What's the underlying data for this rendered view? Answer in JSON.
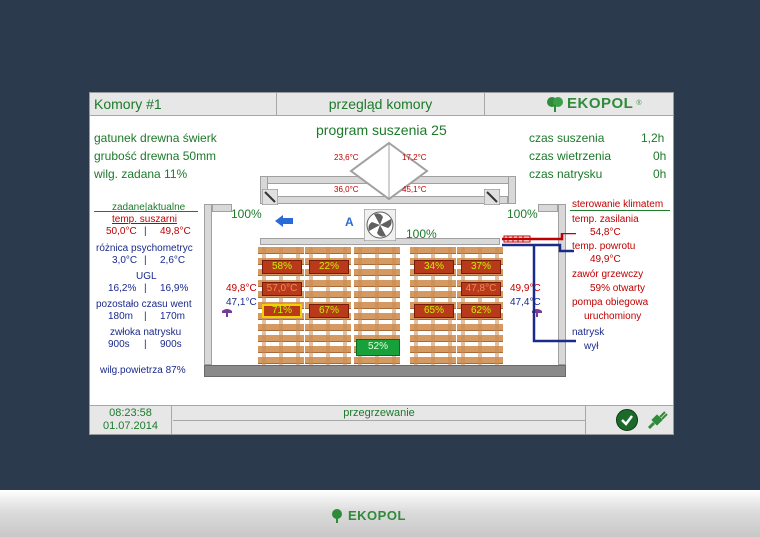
{
  "brand": "EKOPOL",
  "header": {
    "title": "Komory #1",
    "center": "przegląd komory"
  },
  "program": "program suszenia 25",
  "wood": {
    "species": "gatunek drewna świerk",
    "thickness": "grubość drewna 50mm",
    "humidity_set": "wilg. zadana  11%"
  },
  "times": [
    {
      "label": "czas suszenia",
      "value": "1,2h"
    },
    {
      "label": "czas wietrzenia",
      "value": "0h"
    },
    {
      "label": "czas natrysku",
      "value": "0h"
    }
  ],
  "left_panel": {
    "title": "zadane|aktualne",
    "rows": [
      {
        "label": "temp. suszarni",
        "set": "50,0°C",
        "actual": "49,8°C",
        "color": "red"
      },
      {
        "label": "różnica psychometryc",
        "set": "3,0°C",
        "actual": "2,6°C",
        "color": "blue"
      },
      {
        "label": "UGL",
        "set": "16,2%",
        "actual": "16,9%",
        "color": "blue"
      },
      {
        "label": "pozostało czasu went",
        "set": "180m",
        "actual": "170m",
        "color": "blue"
      },
      {
        "label": "zwłoka natrysku",
        "set": "900s",
        "actual": "900s",
        "color": "blue"
      }
    ],
    "separator": "|",
    "air_humidity": "wilg.powietrza 87%"
  },
  "right_panel": {
    "title": "sterowanie klimatem",
    "supply_label": "temp. zasilania",
    "supply_value": "54,8°C",
    "return_label": "temp. powrotu",
    "return_value": "49,9°C",
    "valve_label": "zawór grzewczy",
    "valve_value": "59%  otwarty",
    "pump_label": "pompa obiegowa",
    "pump_value": "uruchomiony",
    "spray_label": "natrysk",
    "spray_value": "wył"
  },
  "kiln": {
    "vent_left_temp": "23,6°C",
    "vent_right_temp": "17,2°C",
    "duct_left_temp": "36,0°C",
    "duct_right_temp": "45,1°C",
    "vent_left_open": "100%",
    "vent_right_open": "100%",
    "fan_open": "100%",
    "fan_label": "A",
    "left_temp_1": "49,8°C",
    "left_temp_2": "47,1°C",
    "right_temp_1": "49,9°C",
    "right_temp_2": "47,4°C",
    "sensors": [
      [
        "58%",
        "22%",
        "34%",
        "37%"
      ],
      [
        "57,0°C",
        "47,8°C"
      ],
      [
        "71%",
        "67%",
        "65%",
        "62%"
      ]
    ],
    "floor_sensor": "52%"
  },
  "footer": {
    "time": "08:23:58",
    "date": "01.07.2014",
    "message": "przegrzewanie"
  },
  "colors": {
    "green": "#1c7a2a",
    "blue": "#1a2a8a",
    "red": "#c00000",
    "bezel": "#2b3a4c"
  }
}
